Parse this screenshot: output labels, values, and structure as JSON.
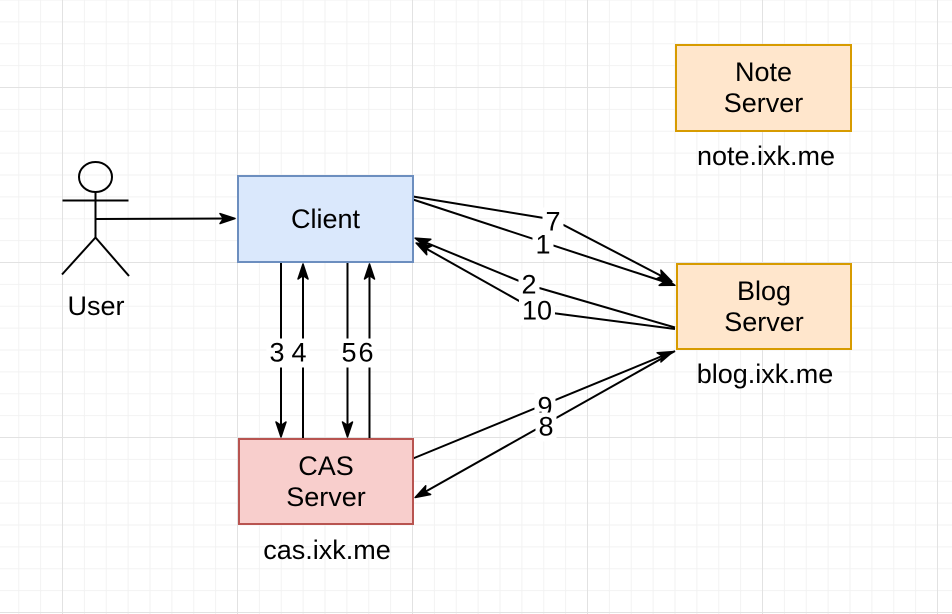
{
  "canvas": {
    "nodes": {
      "user": {
        "label": "User"
      },
      "client": {
        "label": "Client"
      },
      "note_server": {
        "name_line1": "Note",
        "name_line2": "Server",
        "domain": "note.ixk.me"
      },
      "blog_server": {
        "name_line1": "Blog",
        "name_line2": "Server",
        "domain": "blog.ixk.me"
      },
      "cas_server": {
        "name_line1": "CAS",
        "name_line2": "Server",
        "domain": "cas.ixk.me"
      }
    },
    "edge_labels": {
      "step1": "1",
      "step2": "2",
      "step3": "3",
      "step4": "4",
      "step5": "5",
      "step6": "6",
      "step7": "7",
      "step8": "8",
      "step9": "9",
      "step10": "10"
    },
    "colors": {
      "client_fill": "#dae8fc",
      "client_stroke": "#6c8ebf",
      "server_fill": "#ffe6cc",
      "server_stroke": "#d79b00",
      "cas_fill": "#f8cecc",
      "cas_stroke": "#b85450",
      "edge_color": "#000000",
      "grid_minor": "#f2f2f2",
      "grid_major": "#e2e2e2",
      "canvas_bg": "#ffffff"
    }
  }
}
